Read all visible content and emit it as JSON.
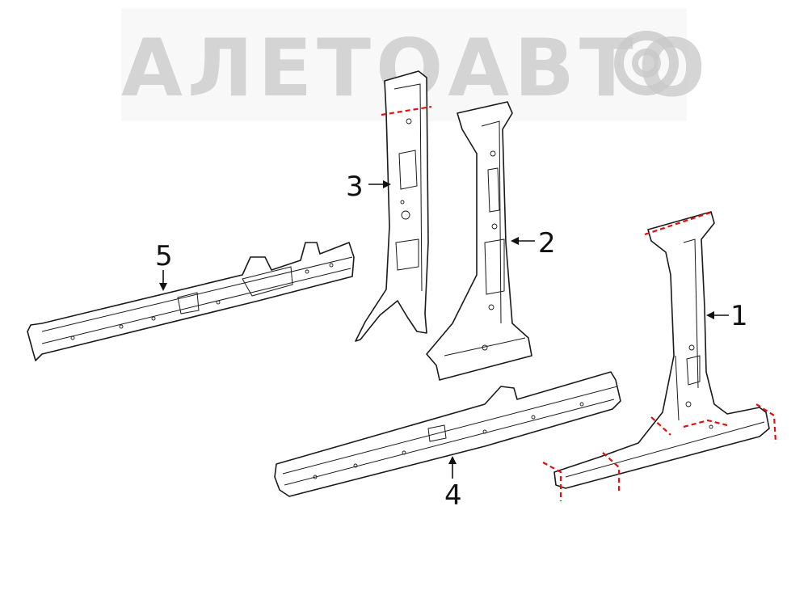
{
  "watermark": {
    "text": "АЛЕТОАВТО",
    "color": "#c8c8c8"
  },
  "callouts": [
    {
      "label": "1"
    },
    {
      "label": "2"
    },
    {
      "label": "3"
    },
    {
      "label": "4"
    },
    {
      "label": "5"
    }
  ],
  "colors": {
    "line": "#1a1a1a",
    "cut_line": "#e01010",
    "background": "#ffffff"
  }
}
